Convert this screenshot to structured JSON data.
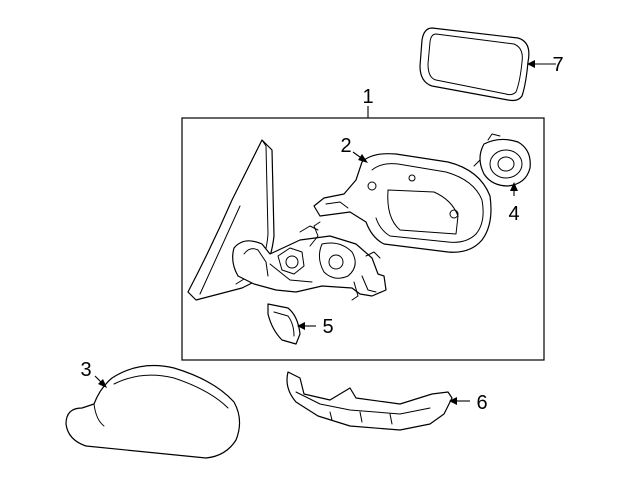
{
  "diagram": {
    "background": "#ffffff",
    "line_color": "#000000",
    "callouts": [
      {
        "id": "1",
        "label": "1"
      },
      {
        "id": "2",
        "label": "2"
      },
      {
        "id": "3",
        "label": "3"
      },
      {
        "id": "4",
        "label": "4"
      },
      {
        "id": "5",
        "label": "5"
      },
      {
        "id": "6",
        "label": "6"
      },
      {
        "id": "7",
        "label": "7"
      }
    ]
  }
}
